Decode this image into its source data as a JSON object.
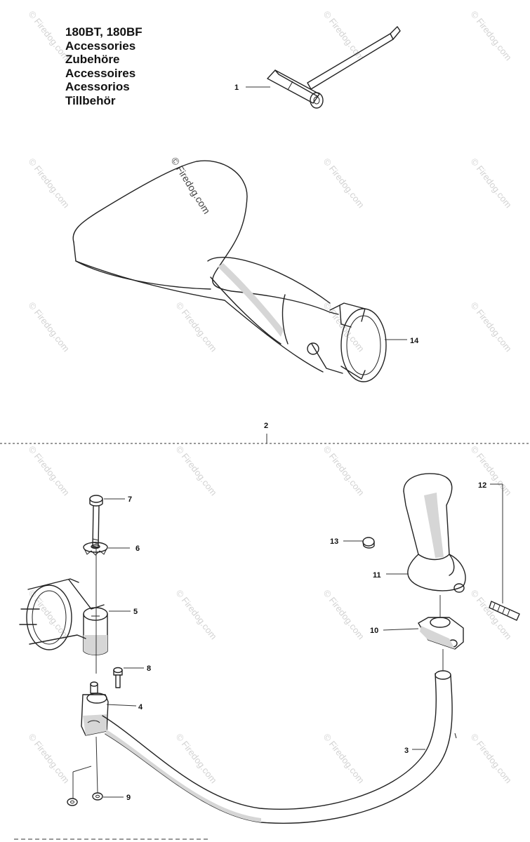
{
  "title": {
    "model": "180BT, 180BF",
    "lines": [
      "Accessories",
      "Zubehöre",
      "Accessoires",
      "Acessorios",
      "Tillbehör"
    ]
  },
  "watermark": {
    "text": "© Firedog.com"
  },
  "callouts": {
    "c1": "1",
    "c2": "2",
    "c3": "3",
    "c4": "4",
    "c5": "5",
    "c6": "6",
    "c7": "7",
    "c8": "8",
    "c9": "9",
    "c10": "10",
    "c11": "11",
    "c12": "12",
    "c13": "13",
    "c14": "14"
  }
}
